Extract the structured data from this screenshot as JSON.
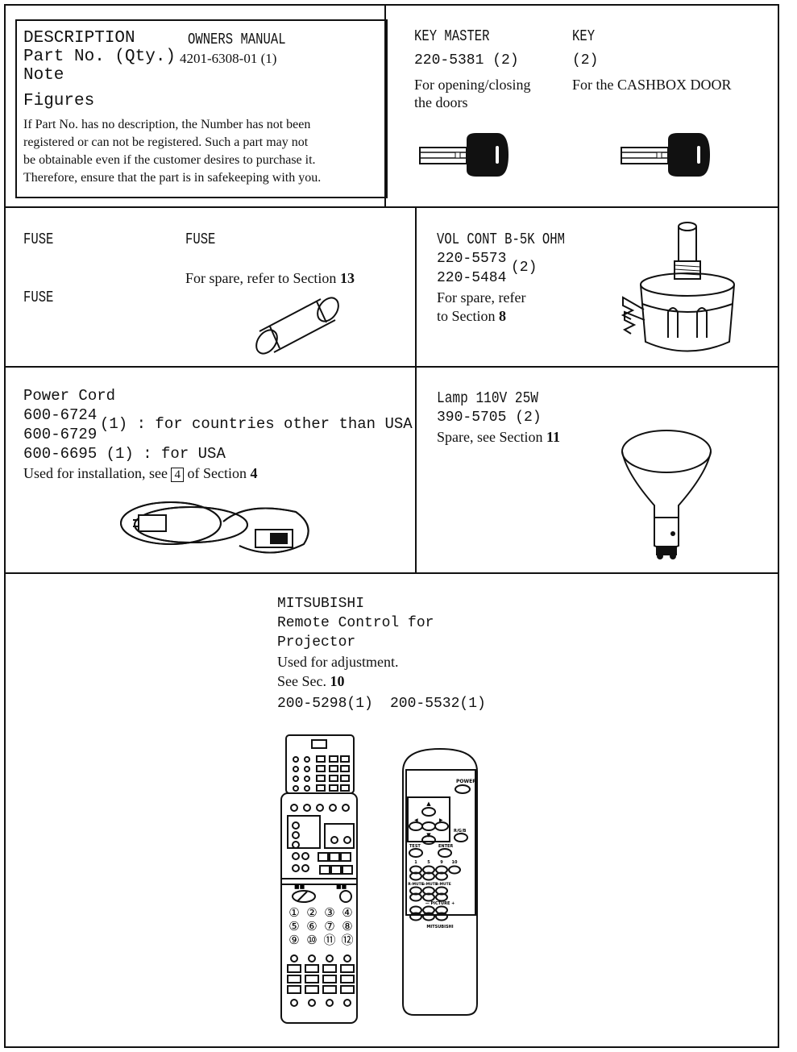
{
  "legend": {
    "description": "DESCRIPTION",
    "partno": "Part No. (Qty.)",
    "note": "Note",
    "figures": "Figures",
    "manual_title": "OWNERS MANUAL",
    "manual_part": "4201-6308-01 (1)",
    "notice": [
      "If Part No. has no description, the Number has not been",
      "registered or can not be registered. Such a part may not",
      "be obtainable even if the customer desires to purchase it.",
      "Therefore, ensure that the part is in safekeeping with you."
    ]
  },
  "keys": {
    "master_title": "KEY MASTER",
    "master_part": "220-5381 (2)",
    "master_note": [
      "For opening/closing",
      "the doors"
    ],
    "key_title": "KEY",
    "key_part": "(2)",
    "key_note": "For the CASHBOX DOOR"
  },
  "fuse": {
    "left_1": "FUSE",
    "left_2": "FUSE",
    "right": "FUSE",
    "note_prefix": "For spare, refer to Section",
    "note_section": "13"
  },
  "vol": {
    "title": "VOL CONT B-5K OHM",
    "part_1": "220-5573",
    "part_2": "220-5484",
    "qty": "(2)",
    "note_1": "For spare, refer",
    "note_2_prefix": "to Section",
    "note_2_section": "8"
  },
  "cord": {
    "title": "Power Cord",
    "part_1": "600-6724",
    "part_2": "600-6729",
    "qty_note": "(1) : for countries other than USA",
    "part_3": "600-6695 (1) : for USA",
    "install_prefix": "Used for installation, see",
    "install_box": "4",
    "install_mid": "of Section",
    "install_section": "4"
  },
  "lamp": {
    "title": "Lamp 110V 25W",
    "part": "390-5705 (2)",
    "note_prefix": "Spare, see Section",
    "note_section": "11"
  },
  "remote": {
    "title_1": "MITSUBISHI",
    "title_2": "Remote Control for",
    "title_3": "Projector",
    "use": "Used for adjustment.",
    "see_prefix": "See Sec.",
    "see_section": "10",
    "part_1": "200-5298(1)",
    "part_2": "200-5532(1)",
    "labels": {
      "power": "POWER",
      "test": "TEST",
      "enter": "ENTER",
      "brand": "MITSUBISHI",
      "rgb": "R/G/B",
      "picture": "PICTURE",
      "mute_r": "R-MUTE",
      "mute_g": "G-MUTE",
      "mute_b": "B-MUTE",
      "num": [
        "①",
        "②",
        "③",
        "④",
        "⑤",
        "⑥",
        "⑦",
        "⑧",
        "⑨",
        "⑩",
        "⑪",
        "⑫"
      ]
    }
  }
}
